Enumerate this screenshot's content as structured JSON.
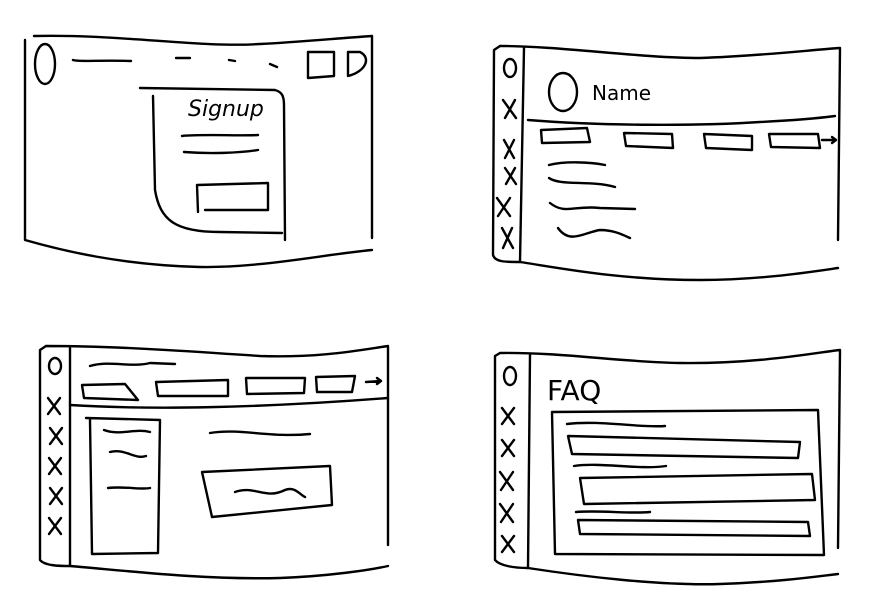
{
  "sketches": [
    {
      "id": "signup-page",
      "title": "Signup"
    },
    {
      "id": "profile-page",
      "title": "Name"
    },
    {
      "id": "content-page"
    },
    {
      "id": "faq-page",
      "title": "FAQ"
    }
  ],
  "colors": {
    "ink": "#000000",
    "paper": "#ffffff"
  }
}
